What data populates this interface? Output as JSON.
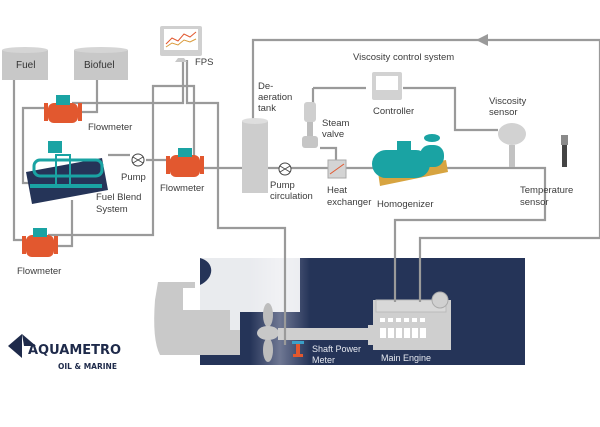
{
  "colors": {
    "navy": "#253458",
    "pipe": "#9a9a9a",
    "teal": "#1aa3a3",
    "flowmeter": "#e2582f",
    "tank": "#c8c8c8",
    "engine": "#cfcfcf"
  },
  "tanks": {
    "fuel": "Fuel",
    "biofuel": "Biofuel"
  },
  "labels": {
    "fps": "FPS",
    "flowmeter_top": "Flowmeter",
    "fuel_blend_1": "Fuel Blend",
    "fuel_blend_2": "System",
    "pump": "Pump",
    "flowmeter_mid": "Flowmeter",
    "flowmeter_bottom": "Flowmeter",
    "deaeration_1": "De-",
    "deaeration_2": "aeration",
    "deaeration_3": "tank",
    "pump_circ_1": "Pump",
    "pump_circ_2": "circulation",
    "steam_1": "Steam",
    "steam_2": "valve",
    "heat_1": "Heat",
    "heat_2": "exchanger",
    "viscosity_system": "Viscosity control system",
    "controller": "Controller",
    "homogenizer": "Homogenizer",
    "visc_sensor_1": "Viscosity",
    "visc_sensor_2": "sensor",
    "temp_sensor_1": "Temperature",
    "temp_sensor_2": "sensor",
    "shaft_1": "Shaft Power",
    "shaft_2": "Meter",
    "main_engine": "Main Engine"
  },
  "logo": {
    "name": "AQUAMETRO",
    "sub": "OIL & MARINE"
  }
}
